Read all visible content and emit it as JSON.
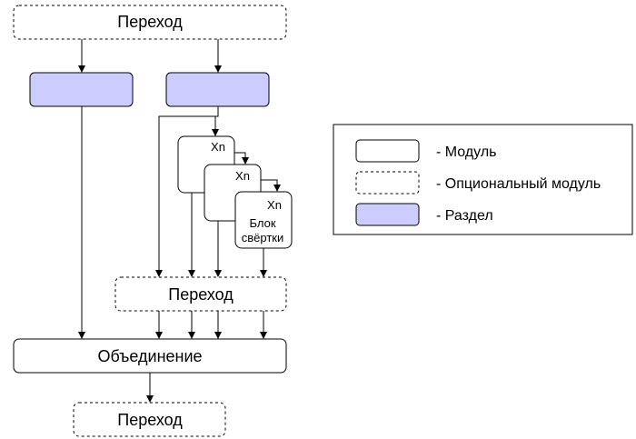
{
  "diagram": {
    "top_transition": "Переход",
    "mid_transition": "Переход",
    "bottom_transition": "Переход",
    "concat": "Объединение",
    "repeat_label_1": "Xn",
    "repeat_label_2": "Xn",
    "repeat_label_3": "Xn",
    "conv_block_line1": "Блок",
    "conv_block_line2": "свёртки"
  },
  "legend": {
    "module": "- Модуль",
    "optional_module": "- Опциональный модуль",
    "section": "- Раздел"
  },
  "colors": {
    "section_fill": "#ccccff",
    "stroke": "#000000",
    "background": "#ffffff"
  }
}
